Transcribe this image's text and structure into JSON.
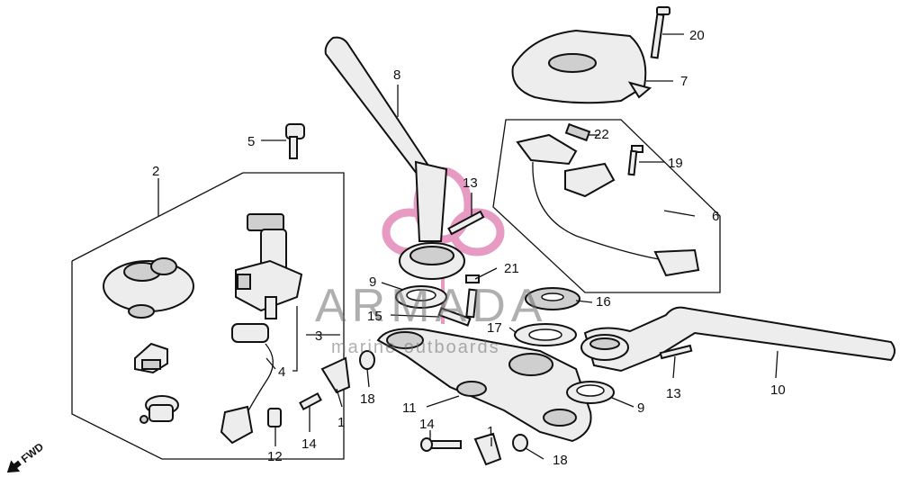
{
  "watermark": {
    "brand": "ARMADA",
    "tagline": "marine outboards"
  },
  "direction_label": "FWD",
  "callouts": [
    {
      "id": "c1a",
      "text": "1"
    },
    {
      "id": "c1b",
      "text": "1"
    },
    {
      "id": "c2",
      "text": "2"
    },
    {
      "id": "c3",
      "text": "3"
    },
    {
      "id": "c4",
      "text": "4"
    },
    {
      "id": "c5",
      "text": "5"
    },
    {
      "id": "c6",
      "text": "6"
    },
    {
      "id": "c7",
      "text": "7"
    },
    {
      "id": "c8",
      "text": "8"
    },
    {
      "id": "c9a",
      "text": "9"
    },
    {
      "id": "c9b",
      "text": "9"
    },
    {
      "id": "c10",
      "text": "10"
    },
    {
      "id": "c11",
      "text": "11"
    },
    {
      "id": "c12",
      "text": "12"
    },
    {
      "id": "c13a",
      "text": "13"
    },
    {
      "id": "c13b",
      "text": "13"
    },
    {
      "id": "c14a",
      "text": "14"
    },
    {
      "id": "c14b",
      "text": "14"
    },
    {
      "id": "c15",
      "text": "15"
    },
    {
      "id": "c16",
      "text": "16"
    },
    {
      "id": "c17",
      "text": "17"
    },
    {
      "id": "c18a",
      "text": "18"
    },
    {
      "id": "c18b",
      "text": "18"
    },
    {
      "id": "c19",
      "text": "19"
    },
    {
      "id": "c20",
      "text": "20"
    },
    {
      "id": "c21",
      "text": "21"
    },
    {
      "id": "c22",
      "text": "22"
    }
  ]
}
